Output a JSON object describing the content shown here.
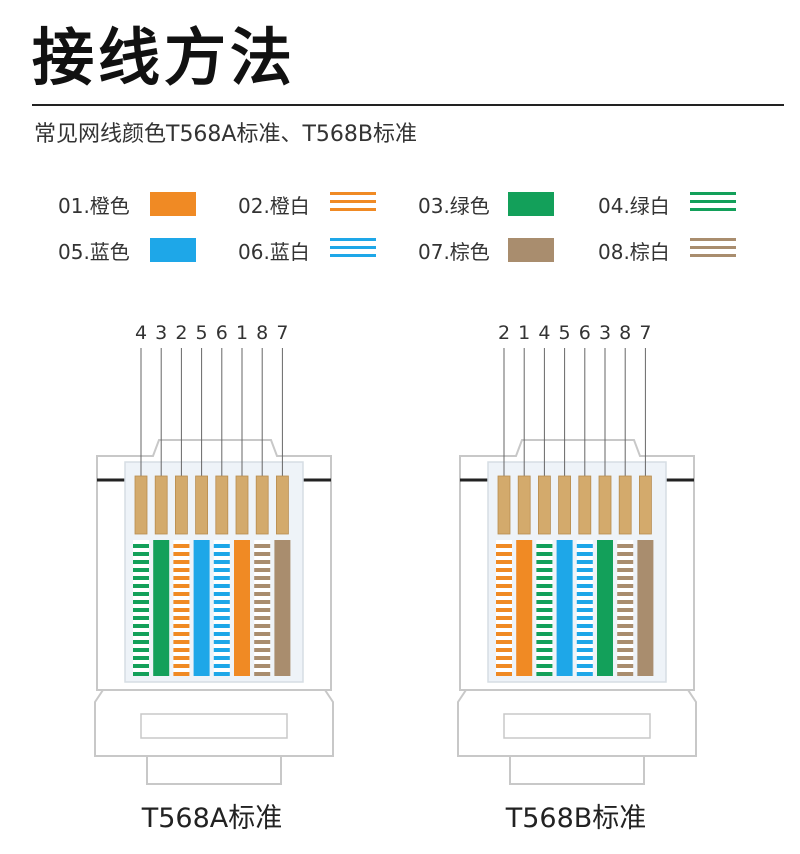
{
  "title": "接线方法",
  "subtitle": "常见网线颜色T568A标准、T568B标准",
  "legend": [
    {
      "label": "01.橙色",
      "color": "#f08a24",
      "style": "solid"
    },
    {
      "label": "02.橙白",
      "color": "#f08a24",
      "style": "striped"
    },
    {
      "label": "03.绿色",
      "color": "#13a05a",
      "style": "solid"
    },
    {
      "label": "04.绿白",
      "color": "#13a05a",
      "style": "striped"
    },
    {
      "label": "05.蓝色",
      "color": "#1ea7e8",
      "style": "solid"
    },
    {
      "label": "06.蓝白",
      "color": "#1ea7e8",
      "style": "striped"
    },
    {
      "label": "07.棕色",
      "color": "#a98d6e",
      "style": "solid"
    },
    {
      "label": "08.棕白",
      "color": "#a98d6e",
      "style": "striped"
    }
  ],
  "connectors": [
    {
      "standard_label": "T568A标准",
      "pin_labels": [
        "4",
        "3",
        "2",
        "5",
        "6",
        "1",
        "8",
        "7"
      ],
      "wires": [
        "04",
        "03",
        "02",
        "05",
        "06",
        "01",
        "08",
        "07"
      ]
    },
    {
      "standard_label": "T568B标准",
      "pin_labels": [
        "2",
        "1",
        "4",
        "5",
        "6",
        "3",
        "8",
        "7"
      ],
      "wires": [
        "02",
        "01",
        "04",
        "05",
        "06",
        "03",
        "08",
        "07"
      ]
    }
  ],
  "colors": {
    "pin_gold": "#d3aa6c",
    "housing_stroke": "#c8c8c8",
    "housing_fill": "#ffffff",
    "inner_fill": "#eef3f8"
  }
}
